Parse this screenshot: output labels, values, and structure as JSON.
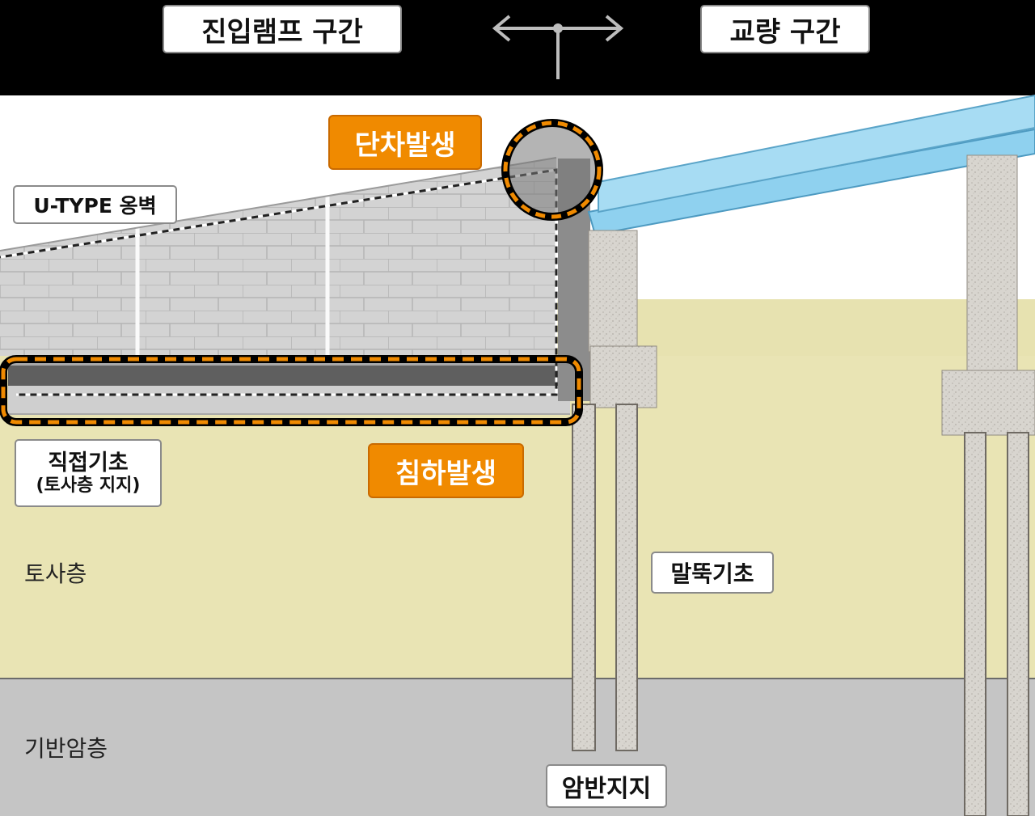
{
  "header": {
    "ramp_section": "진입램프 구간",
    "bridge_section": "교량 구간"
  },
  "labels": {
    "u_type_wall": "U-TYPE 옹벽",
    "step_occurrence": "단차발생",
    "settlement_occurrence": "침하발생",
    "direct_foundation_line1": "직접기초",
    "direct_foundation_line2": "(토사층 지지)",
    "soil_layer": "토사층",
    "pile_foundation": "말뚝기초",
    "bedrock_layer": "기반암층",
    "rock_support": "암반지지"
  },
  "colors": {
    "header_bg": "#000000",
    "sky": "#ffffff",
    "soil": "#e7e2b0",
    "bedrock": "#c4c4c4",
    "concrete": "#d8d5cf",
    "wall_block": "#d2d2d2",
    "girder": "#8ed0ee",
    "highlight": "#f08a00"
  },
  "icons": {
    "direction": "double-arrow-icon"
  }
}
